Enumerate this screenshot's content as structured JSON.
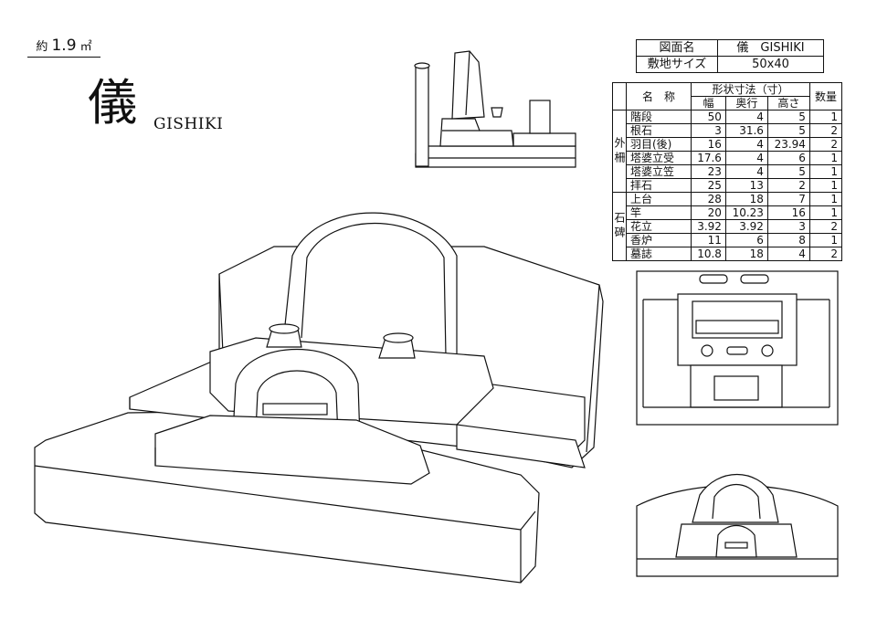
{
  "area_label": {
    "prefix": "約",
    "value": "1.9",
    "unit": "㎡"
  },
  "title": {
    "kanji": "儀",
    "romaji": "GISHIKI"
  },
  "info_table": [
    {
      "key": "図面名",
      "value": "儀　GISHIKI"
    },
    {
      "key": "敷地サイズ",
      "value": "50x40"
    }
  ],
  "spec_table": {
    "header_group": "形状寸法（寸）",
    "headers": {
      "name": "名　称",
      "width": "幅",
      "depth": "奥行",
      "height": "高さ",
      "qty": "数量"
    },
    "groups": [
      {
        "category": "外柵",
        "rows": [
          {
            "name": "階段",
            "width": "50",
            "depth": "4",
            "height": "5",
            "qty": "1"
          },
          {
            "name": "根石",
            "width": "3",
            "depth": "31.6",
            "height": "5",
            "qty": "2"
          },
          {
            "name": "羽目(後)",
            "width": "16",
            "depth": "4",
            "height": "23.94",
            "qty": "2"
          },
          {
            "name": "塔婆立受",
            "width": "17.6",
            "depth": "4",
            "height": "6",
            "qty": "1"
          },
          {
            "name": "塔婆立笠",
            "width": "23",
            "depth": "4",
            "height": "5",
            "qty": "1"
          },
          {
            "name": "拝石",
            "width": "25",
            "depth": "13",
            "height": "2",
            "qty": "1"
          }
        ]
      },
      {
        "category": "石碑",
        "rows": [
          {
            "name": "上台",
            "width": "28",
            "depth": "18",
            "height": "7",
            "qty": "1"
          },
          {
            "name": "竿",
            "width": "20",
            "depth": "10.23",
            "height": "16",
            "qty": "1"
          },
          {
            "name": "花立",
            "width": "3.92",
            "depth": "3.92",
            "height": "3",
            "qty": "2"
          },
          {
            "name": "香炉",
            "width": "11",
            "depth": "6",
            "height": "8",
            "qty": "1"
          },
          {
            "name": "墓誌",
            "width": "10.8",
            "depth": "18",
            "height": "4",
            "qty": "2"
          }
        ]
      }
    ]
  }
}
